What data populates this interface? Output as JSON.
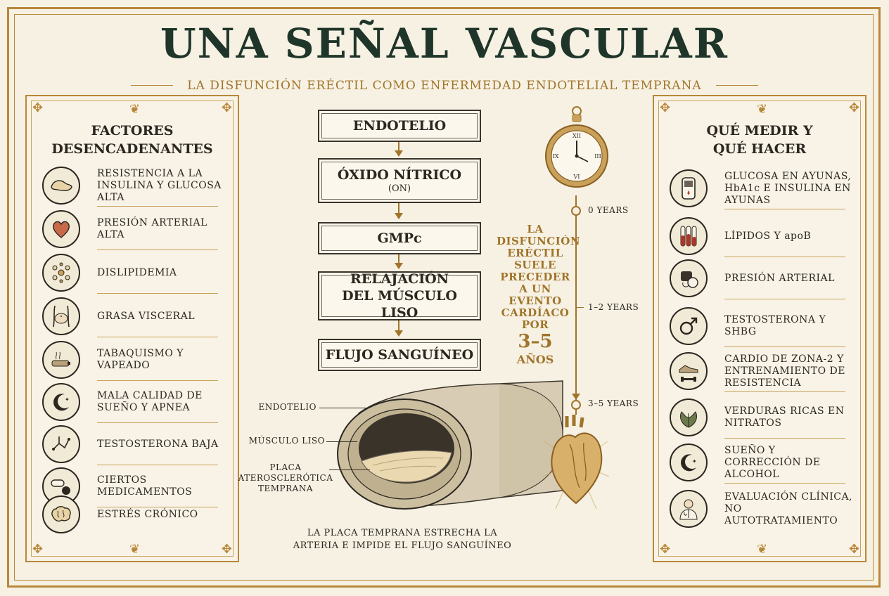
{
  "title": "UNA SEÑAL VASCULAR",
  "subtitle": "LA DISFUNCIÓN ERÉCTIL COMO ENFERMEDAD ENDOTELIAL TEMPRANA",
  "left_panel": {
    "title_line1": "FACTORES",
    "title_line2": "DESENCADENANTES",
    "items": [
      {
        "label": "RESISTENCIA A LA INSULINA Y GLUCOSA ALTA",
        "icon": "pancreas-icon"
      },
      {
        "label": "PRESIÓN ARTERIAL ALTA",
        "icon": "heart-pressure-icon"
      },
      {
        "label": "DISLIPIDEMIA",
        "icon": "lipid-cells-icon"
      },
      {
        "label": "GRASA VISCERAL",
        "icon": "abdomen-icon"
      },
      {
        "label": "TABAQUISMO Y VAPEADO",
        "icon": "vape-icon"
      },
      {
        "label": "MALA CALIDAD DE SUEÑO Y APNEA",
        "icon": "moon-icon"
      },
      {
        "label": "TESTOSTERONA BAJA",
        "icon": "molecule-icon"
      },
      {
        "label": "CIERTOS MEDICAMENTOS",
        "icon": "pills-icon"
      },
      {
        "label": "ESTRÉS CRÓNICO",
        "icon": "brain-icon"
      }
    ]
  },
  "pathway": {
    "steps": [
      {
        "label": "ENDOTELIO"
      },
      {
        "label": "ÓXIDO NÍTRICO",
        "sub": "(ON)"
      },
      {
        "label": "GMPc"
      },
      {
        "label": "RELAJACIÓN DEL MÚSCULO LISO"
      },
      {
        "label": "FLUJO SANGUÍNEO"
      }
    ]
  },
  "artery": {
    "labels": {
      "endotelio": "ENDOTELIO",
      "musculo": "MÚSCULO LISO",
      "placa": "PLACA ATEROSCLERÓTICA TEMPRANA"
    },
    "caption": "LA PLACA TEMPRANA ESTRECHA LA ARTERIA E IMPIDE EL FLUJO SANGUÍNEO"
  },
  "timeline": {
    "marks": [
      "0 YEARS",
      "1–2 YEARS",
      "3–5 YEARS"
    ],
    "note": "LA DISFUNCIÓN ERÉCTIL SUELE PRECEDER A UN EVENTO CARDÍACO POR",
    "big": "3–5",
    "unit": "AÑOS"
  },
  "right_panel": {
    "title_line1": "QUÉ MEDIR Y",
    "title_line2": "QUÉ HACER",
    "items": [
      {
        "label": "GLUCOSA EN AYUNAS, HbA1c E INSULINA EN AYUNAS",
        "icon": "glucometer-icon"
      },
      {
        "label": "LÍPIDOS Y apoB",
        "icon": "test-tubes-icon"
      },
      {
        "label": "PRESIÓN ARTERIAL",
        "icon": "blood-pressure-cuff-icon"
      },
      {
        "label": "TESTOSTERONA Y SHBG",
        "icon": "male-symbol-icon"
      },
      {
        "label": "CARDIO DE ZONA-2 Y ENTRENAMIENTO DE RESISTENCIA",
        "icon": "shoe-dumbbell-icon"
      },
      {
        "label": "VERDURAS RICAS EN NITRATOS",
        "icon": "leafy-greens-icon"
      },
      {
        "label": "SUEÑO Y CORRECCIÓN DE ALCOHOL",
        "icon": "moon-icon"
      },
      {
        "label": "EVALUACIÓN CLÍNICA, NO AUTOTRATAMIENTO",
        "icon": "doctor-icon"
      }
    ]
  },
  "colors": {
    "gold": "#b9873a",
    "dark_green": "#1f3529",
    "ink": "#2b2620",
    "paper": "#f6f1e3"
  }
}
